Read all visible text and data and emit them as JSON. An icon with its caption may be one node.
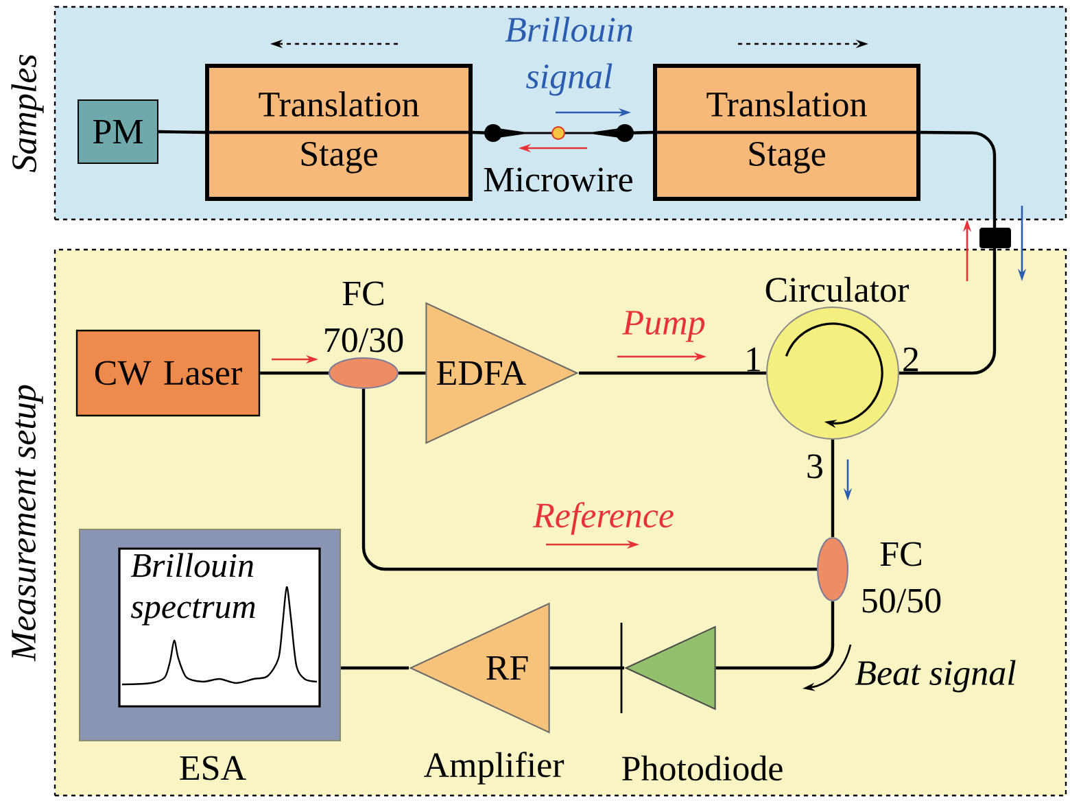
{
  "diagram": {
    "nodes": [
      {
        "text": [
          "Samples"
        ]
      },
      {
        "text": [
          "PM"
        ],
        "in": 0
      },
      {
        "text": [
          "Translation Stage"
        ],
        "in": 0
      },
      {
        "text": [
          "Translation Stage"
        ],
        "in": 0
      },
      {
        "text": [],
        "shape": "bar",
        "beside": [
          "Microwire"
        ],
        "in": 0
      },
      {
        "text": [
          "Measurement setup"
        ]
      },
      {
        "text": [
          "CW Laser"
        ],
        "in": 5
      },
      {
        "text": [
          "FC 70/30"
        ],
        "in": 5
      },
      {
        "text": [
          "EDFA"
        ],
        "in": 5
      },
      {
        "text": [
          "Circulator"
        ],
        "in": 5
      },
      {
        "text": [
          "FC 50/50"
        ],
        "in": 5
      },
      {
        "text": [],
        "shape": "diode",
        "beside": [
          "Photodiode"
        ],
        "in": 5
      },
      {
        "text": [
          "RF"
        ],
        "beside": [
          "Amplifier"
        ],
        "in": 5
      },
      {
        "text": [
          "Brillouin spectrum"
        ],
        "beside": [
          "ESA"
        ],
        "in": 5
      }
    ],
    "edges": [
      {
        "from": 1,
        "to": 2,
        "arrow": "none"
      },
      {
        "from": 2,
        "to": 4,
        "arrow": "none"
      },
      {
        "from": 4,
        "to": 3,
        "arrow": "none"
      },
      {
        "from": 3,
        "to": 9,
        "arrow": "none"
      },
      {
        "from": 6,
        "to": 7,
        "arrow": "none"
      },
      {
        "from": 7,
        "to": 8,
        "arrow": "none"
      },
      {
        "from": 8,
        "to": 9,
        "arrow": "none"
      },
      {
        "from": 9,
        "to": 10,
        "arrow": "none"
      },
      {
        "from": 7,
        "to": 10,
        "arrow": "none"
      },
      {
        "from": 10,
        "to": 11,
        "arrow": "none"
      },
      {
        "from": 11,
        "to": 12,
        "arrow": "none"
      },
      {
        "from": 12,
        "to": 13,
        "arrow": "none"
      }
    ],
    "labels": [
      "Brillouin signal",
      "Pump",
      "1",
      "2",
      "3",
      "Reference",
      "Beat signal"
    ]
  }
}
